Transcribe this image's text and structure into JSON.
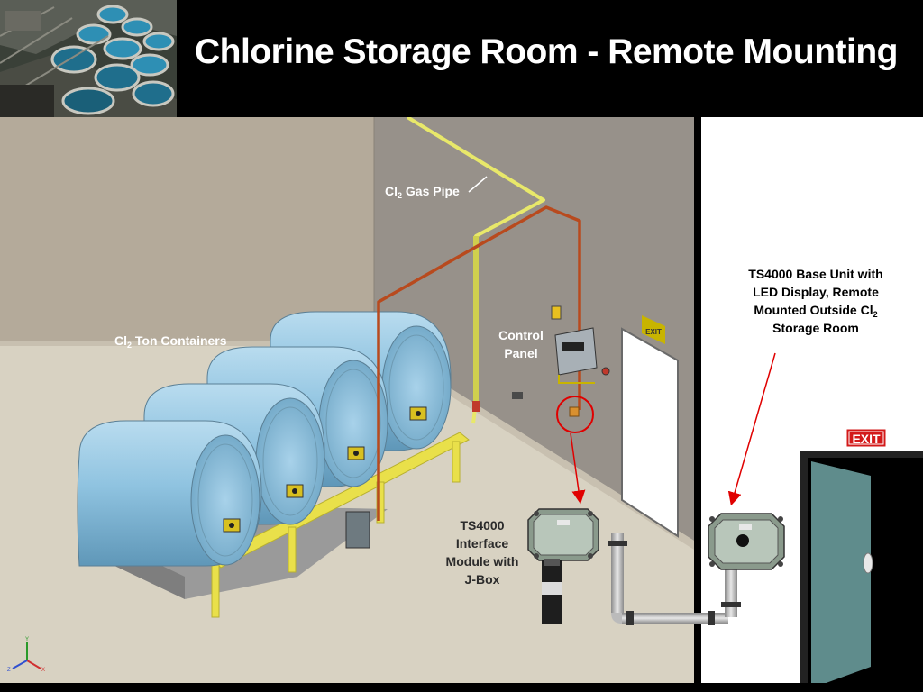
{
  "title": "Chlorine Storage Room - Remote Mounting",
  "photo": {
    "icon": "water-treatment-plant-photo"
  },
  "labels": {
    "gas_pipe_prefix": "Cl",
    "gas_pipe_sub": "2",
    "gas_pipe_suffix": " Gas Pipe",
    "containers_prefix": "Cl",
    "containers_sub": "2",
    "containers_suffix": " Ton Containers",
    "control_panel_line1": "Control",
    "control_panel_line2": "Panel",
    "interface_line1": "TS4000",
    "interface_line2": "Interface",
    "interface_line3": "Module with",
    "interface_line4": "J-Box",
    "base_line1": "TS4000 Base Unit with",
    "base_line2": "LED Display, Remote",
    "base_line3_prefix": "Mounted Outside Cl",
    "base_line3_sub": "2",
    "base_line4": "Storage Room",
    "exit_inside": "EXIT",
    "exit_outside": "EXIT"
  },
  "colors": {
    "gas_pipe": "#e8e86a",
    "conduit": "#b84a1e",
    "containers": "#8fc3e0",
    "annotation_arrow": "#e00000",
    "exit_sign": "#d31a1a",
    "door": "#5f8c8c"
  }
}
